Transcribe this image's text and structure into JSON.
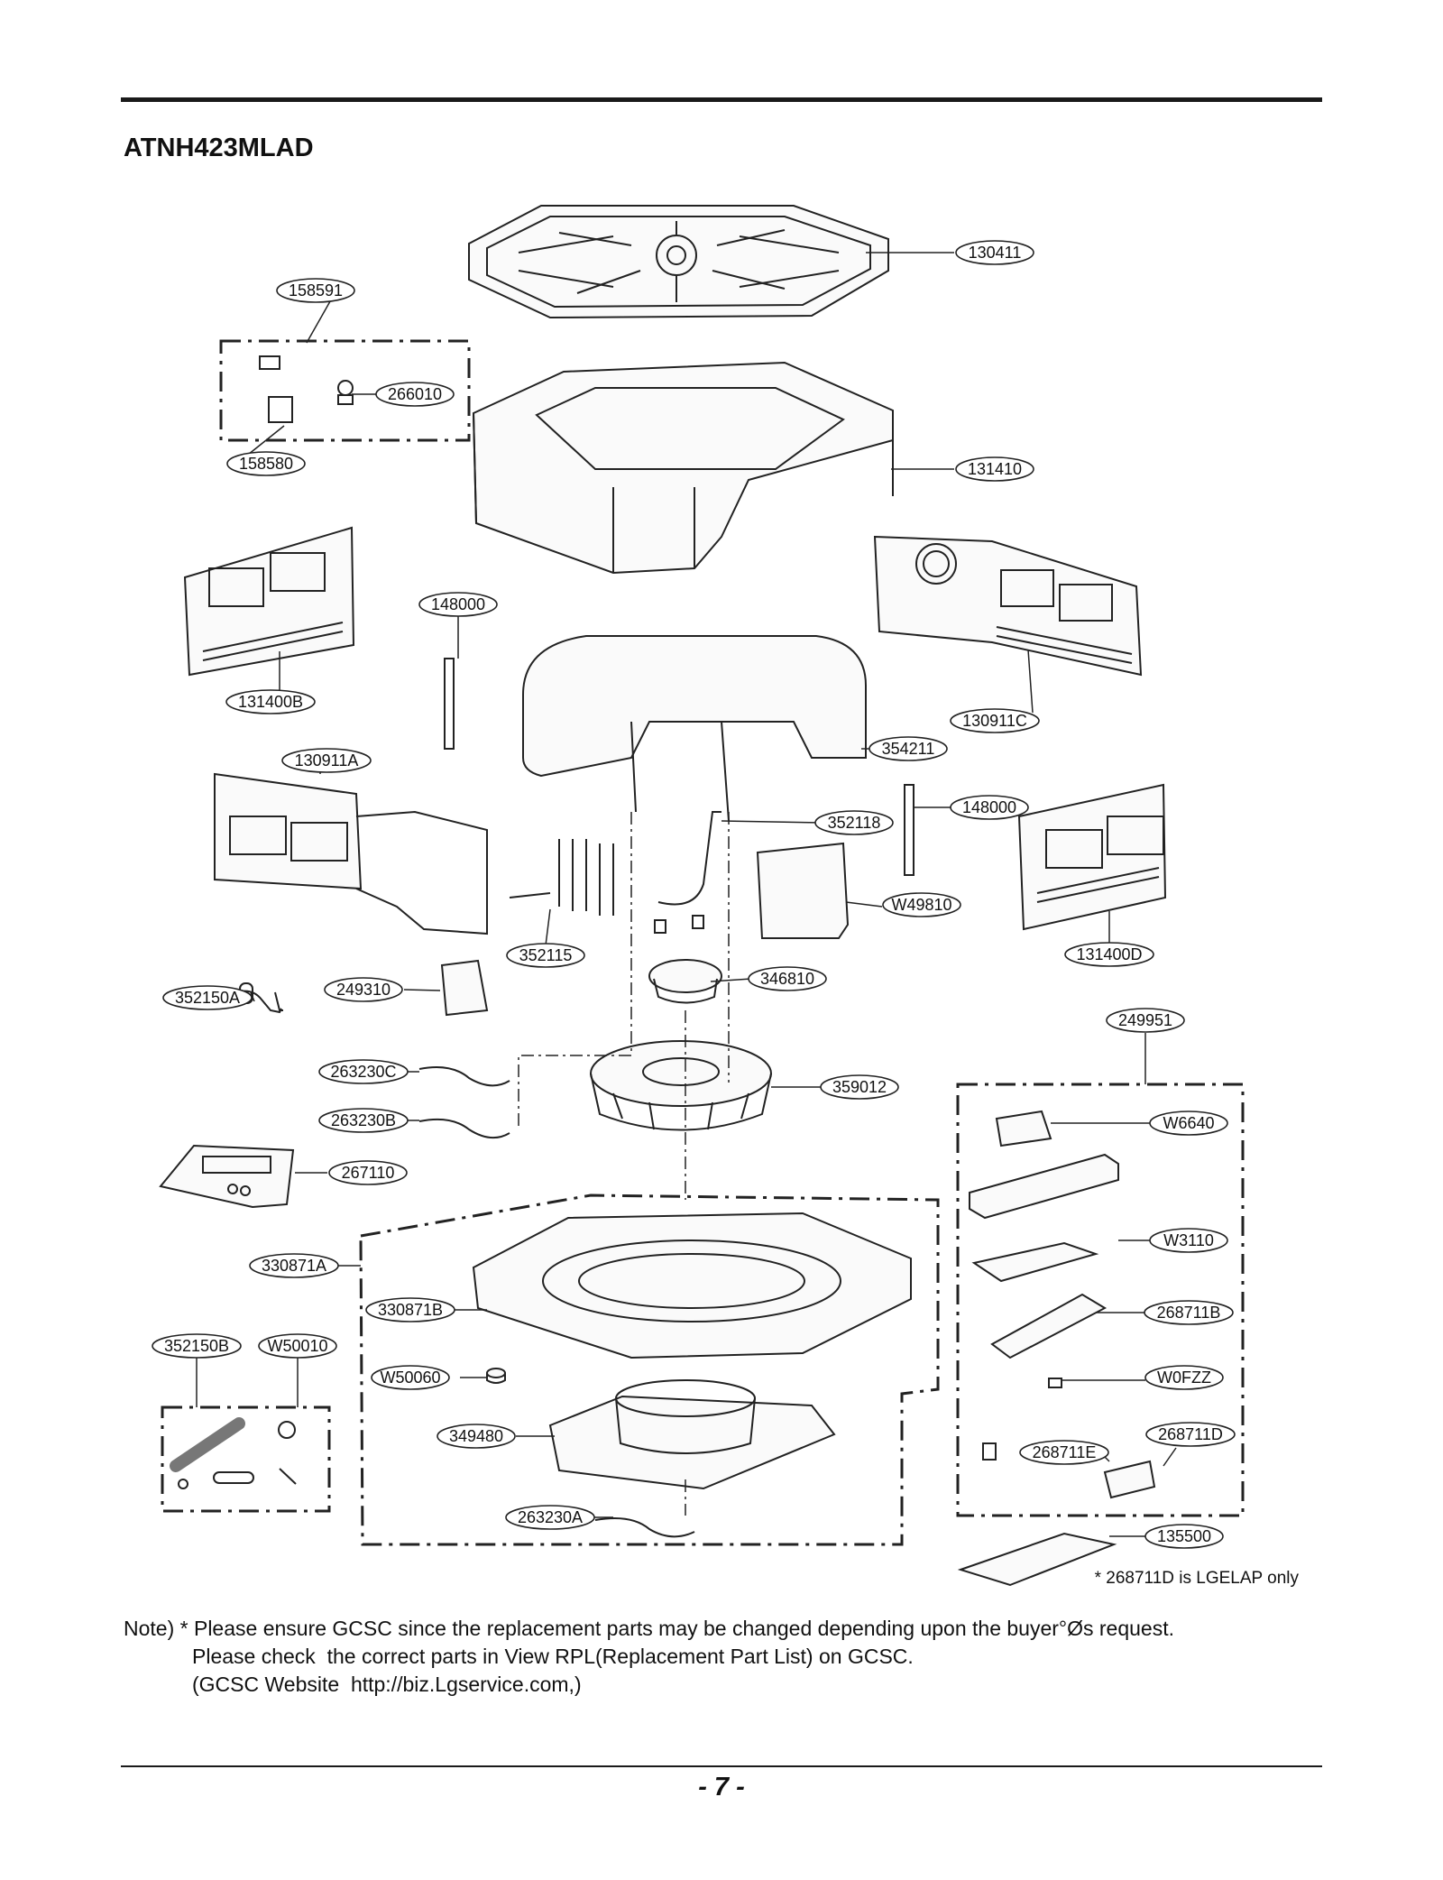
{
  "model": "ATNH423MLAD",
  "part_labels": [
    "130411",
    "158591",
    "266010",
    "158580",
    "131410",
    "148000",
    "131400B",
    "130911C",
    "354211",
    "130911A",
    "148000",
    "352118",
    "W49810",
    "131400D",
    "352115",
    "346810",
    "352150A",
    "249310",
    "249951",
    "263230C",
    "359012",
    "W6640",
    "263230B",
    "267110",
    "W3110",
    "330871A",
    "330871B",
    "268711B",
    "352150B",
    "W50010",
    "W50060",
    "W0FZZ",
    "349480",
    "268711E",
    "268711D",
    "263230A",
    "135500"
  ],
  "footnote": "* 268711D is LGELAP only",
  "note_lines": [
    "Note) * Please ensure GCSC since the replacement parts may be changed depending upon the buyer°Øs request.",
    "Please check  the correct parts in View RPL(Replacement Part List) on GCSC.",
    "(GCSC Website  http://biz.Lgservice.com,)"
  ],
  "page_number": "- 7 -"
}
